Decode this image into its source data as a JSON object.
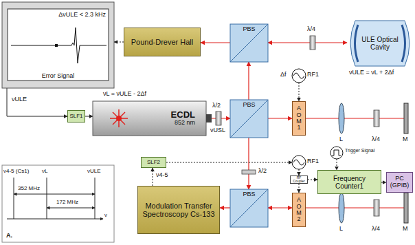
{
  "diagram": {
    "nodes": [
      {
        "text": [
          "ΔνULE < 2.3 kHz",
          "Error Signal"
        ]
      },
      {
        "text": [
          "Pound-Drever Hall"
        ]
      },
      {
        "text": [
          "PBS"
        ]
      },
      {
        "text": [
          "ULE Optical Cavity"
        ]
      },
      {
        "text": [
          "SLF1"
        ]
      },
      {
        "text": [
          "ECDL",
          "852 nm"
        ]
      },
      {
        "text": [
          "PBS"
        ]
      },
      {
        "text": [
          "RF1"
        ]
      },
      {
        "text": [
          "AOM1"
        ]
      },
      {
        "text": [
          "SLF2"
        ]
      },
      {
        "text": [
          "RF1"
        ]
      },
      {
        "text": [
          "Trigger Signal"
        ]
      },
      {
        "text": [
          "Frequency Counter1"
        ]
      },
      {
        "text": [
          "RF Coupler"
        ]
      },
      {
        "text": [
          "PBS"
        ]
      },
      {
        "text": [
          "AOM2"
        ]
      },
      {
        "text": [
          "Modulation Transfer Spectroscopy Cs-133"
        ]
      },
      {
        "text": [
          "PC (GPIB)"
        ]
      },
      {
        "text": [
          "A."
        ]
      }
    ],
    "edges": [
      {
        "from": 1,
        "to": 0,
        "arrow": "to"
      },
      {
        "from": 2,
        "to": 1,
        "arrow": "to"
      },
      {
        "from": 2,
        "to": 3,
        "arrow": "both"
      },
      {
        "from": 0,
        "to": 4,
        "label": "νULE",
        "arrow": "to"
      },
      {
        "from": 4,
        "to": 5,
        "arrow": "to"
      },
      {
        "from": 5,
        "to": 6,
        "arrow": "to"
      },
      {
        "from": 6,
        "to": 8,
        "arrow": "to"
      },
      {
        "from": 6,
        "to": 2,
        "arrow": "to"
      },
      {
        "from": 7,
        "to": 8,
        "arrow": "to"
      },
      {
        "from": 6,
        "to": 14,
        "arrow": "to"
      },
      {
        "from": 14,
        "to": 16,
        "arrow": "to"
      },
      {
        "from": 14,
        "to": 15,
        "arrow": "both"
      },
      {
        "from": 16,
        "to": 9,
        "label": "ν4-5",
        "arrow": "to"
      },
      {
        "from": 9,
        "to": 10,
        "arrow": "to"
      },
      {
        "from": 10,
        "to": 13,
        "arrow": "to"
      },
      {
        "from": 13,
        "to": 15,
        "arrow": "to"
      },
      {
        "from": 13,
        "to": 12,
        "arrow": "to"
      },
      {
        "from": 11,
        "to": 12,
        "arrow": "to"
      },
      {
        "from": 12,
        "to": 17,
        "arrow": "to"
      }
    ],
    "labels": [
      "νL = νULE - 2Δf",
      "λ/2",
      "νUSL",
      "λ/4",
      "νULE = νL + 2Δf",
      "Δf",
      "L",
      "λ/4",
      "M",
      "λ/2",
      "L",
      "λ/4",
      "M",
      "ν4-5 (Cs1)",
      "νL",
      "νULE",
      "352 MHz",
      "172 MHz",
      "ν"
    ]
  }
}
